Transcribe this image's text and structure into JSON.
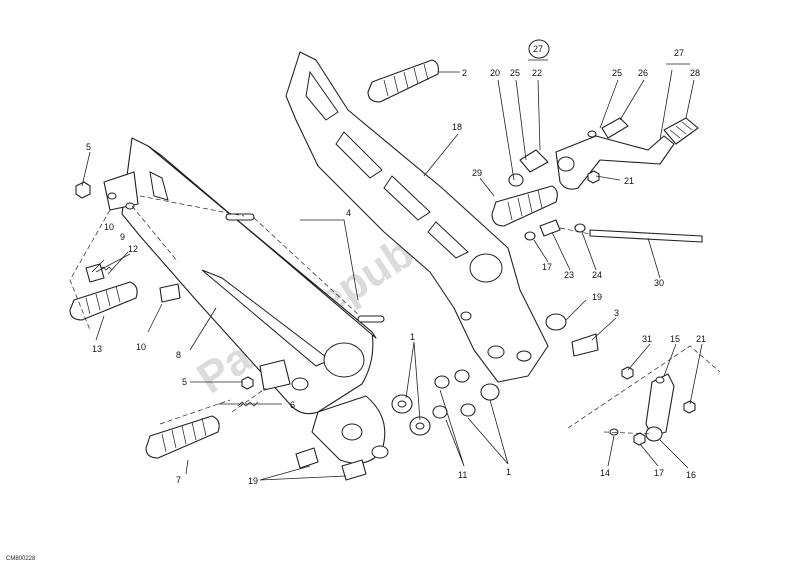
{
  "diagram": {
    "watermark": "PartsRepublik",
    "drawing_ref": "CM800228",
    "callouts": {
      "c2": "2",
      "c4": "4",
      "c5a": "5",
      "c5b": "5",
      "c6": "6",
      "c7": "7",
      "c8": "8",
      "c9": "9",
      "c10a": "10",
      "c10b": "10",
      "c12": "12",
      "c13": "13",
      "c18": "18",
      "c19a": "19",
      "c19b": "19",
      "c1a": "1",
      "c1b": "1",
      "c11": "11",
      "c20": "20",
      "c25a": "25",
      "c22": "22",
      "c27circle": "27",
      "c25b": "25",
      "c26": "26",
      "c27": "27",
      "c28": "28",
      "c21a": "21",
      "c29": "29",
      "c17a": "17",
      "c23": "23",
      "c24": "24",
      "c30": "30",
      "c3": "3",
      "c31": "31",
      "c15": "15",
      "c21b": "21",
      "c14": "14",
      "c17b": "17",
      "c16": "16"
    }
  }
}
